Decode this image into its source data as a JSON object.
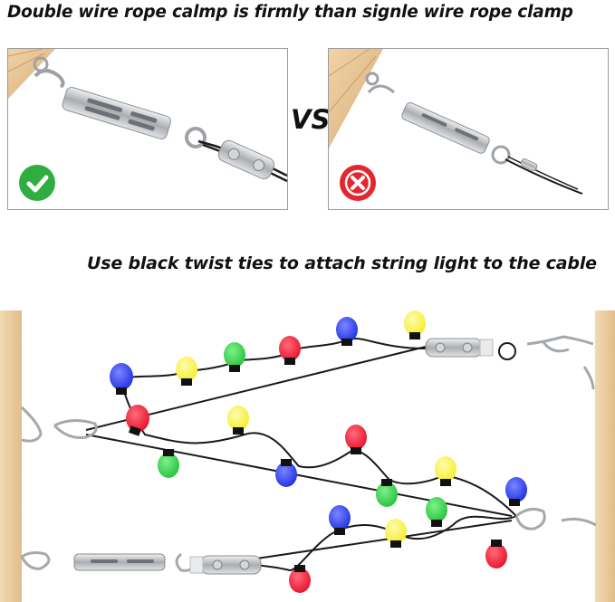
{
  "headings": {
    "top": "Double wire rope calmp is firmly than signle wire rope clamp",
    "middle": "Use black twist ties to attach string light to the cable"
  },
  "comparison": {
    "separator": "VS",
    "good": {
      "icon": "green-check-icon",
      "color": "#2fae3f"
    },
    "bad": {
      "icon": "red-x-icon",
      "color": "#e5262c"
    }
  },
  "colors": {
    "wood": "#e9c79b",
    "steel": "#b9bcbf",
    "cable": "#1a1a1a",
    "bulb_red": "#e8102a",
    "bulb_green": "#23c23a",
    "bulb_blue": "#1d2fe0",
    "bulb_yellow": "#f4ee23"
  }
}
